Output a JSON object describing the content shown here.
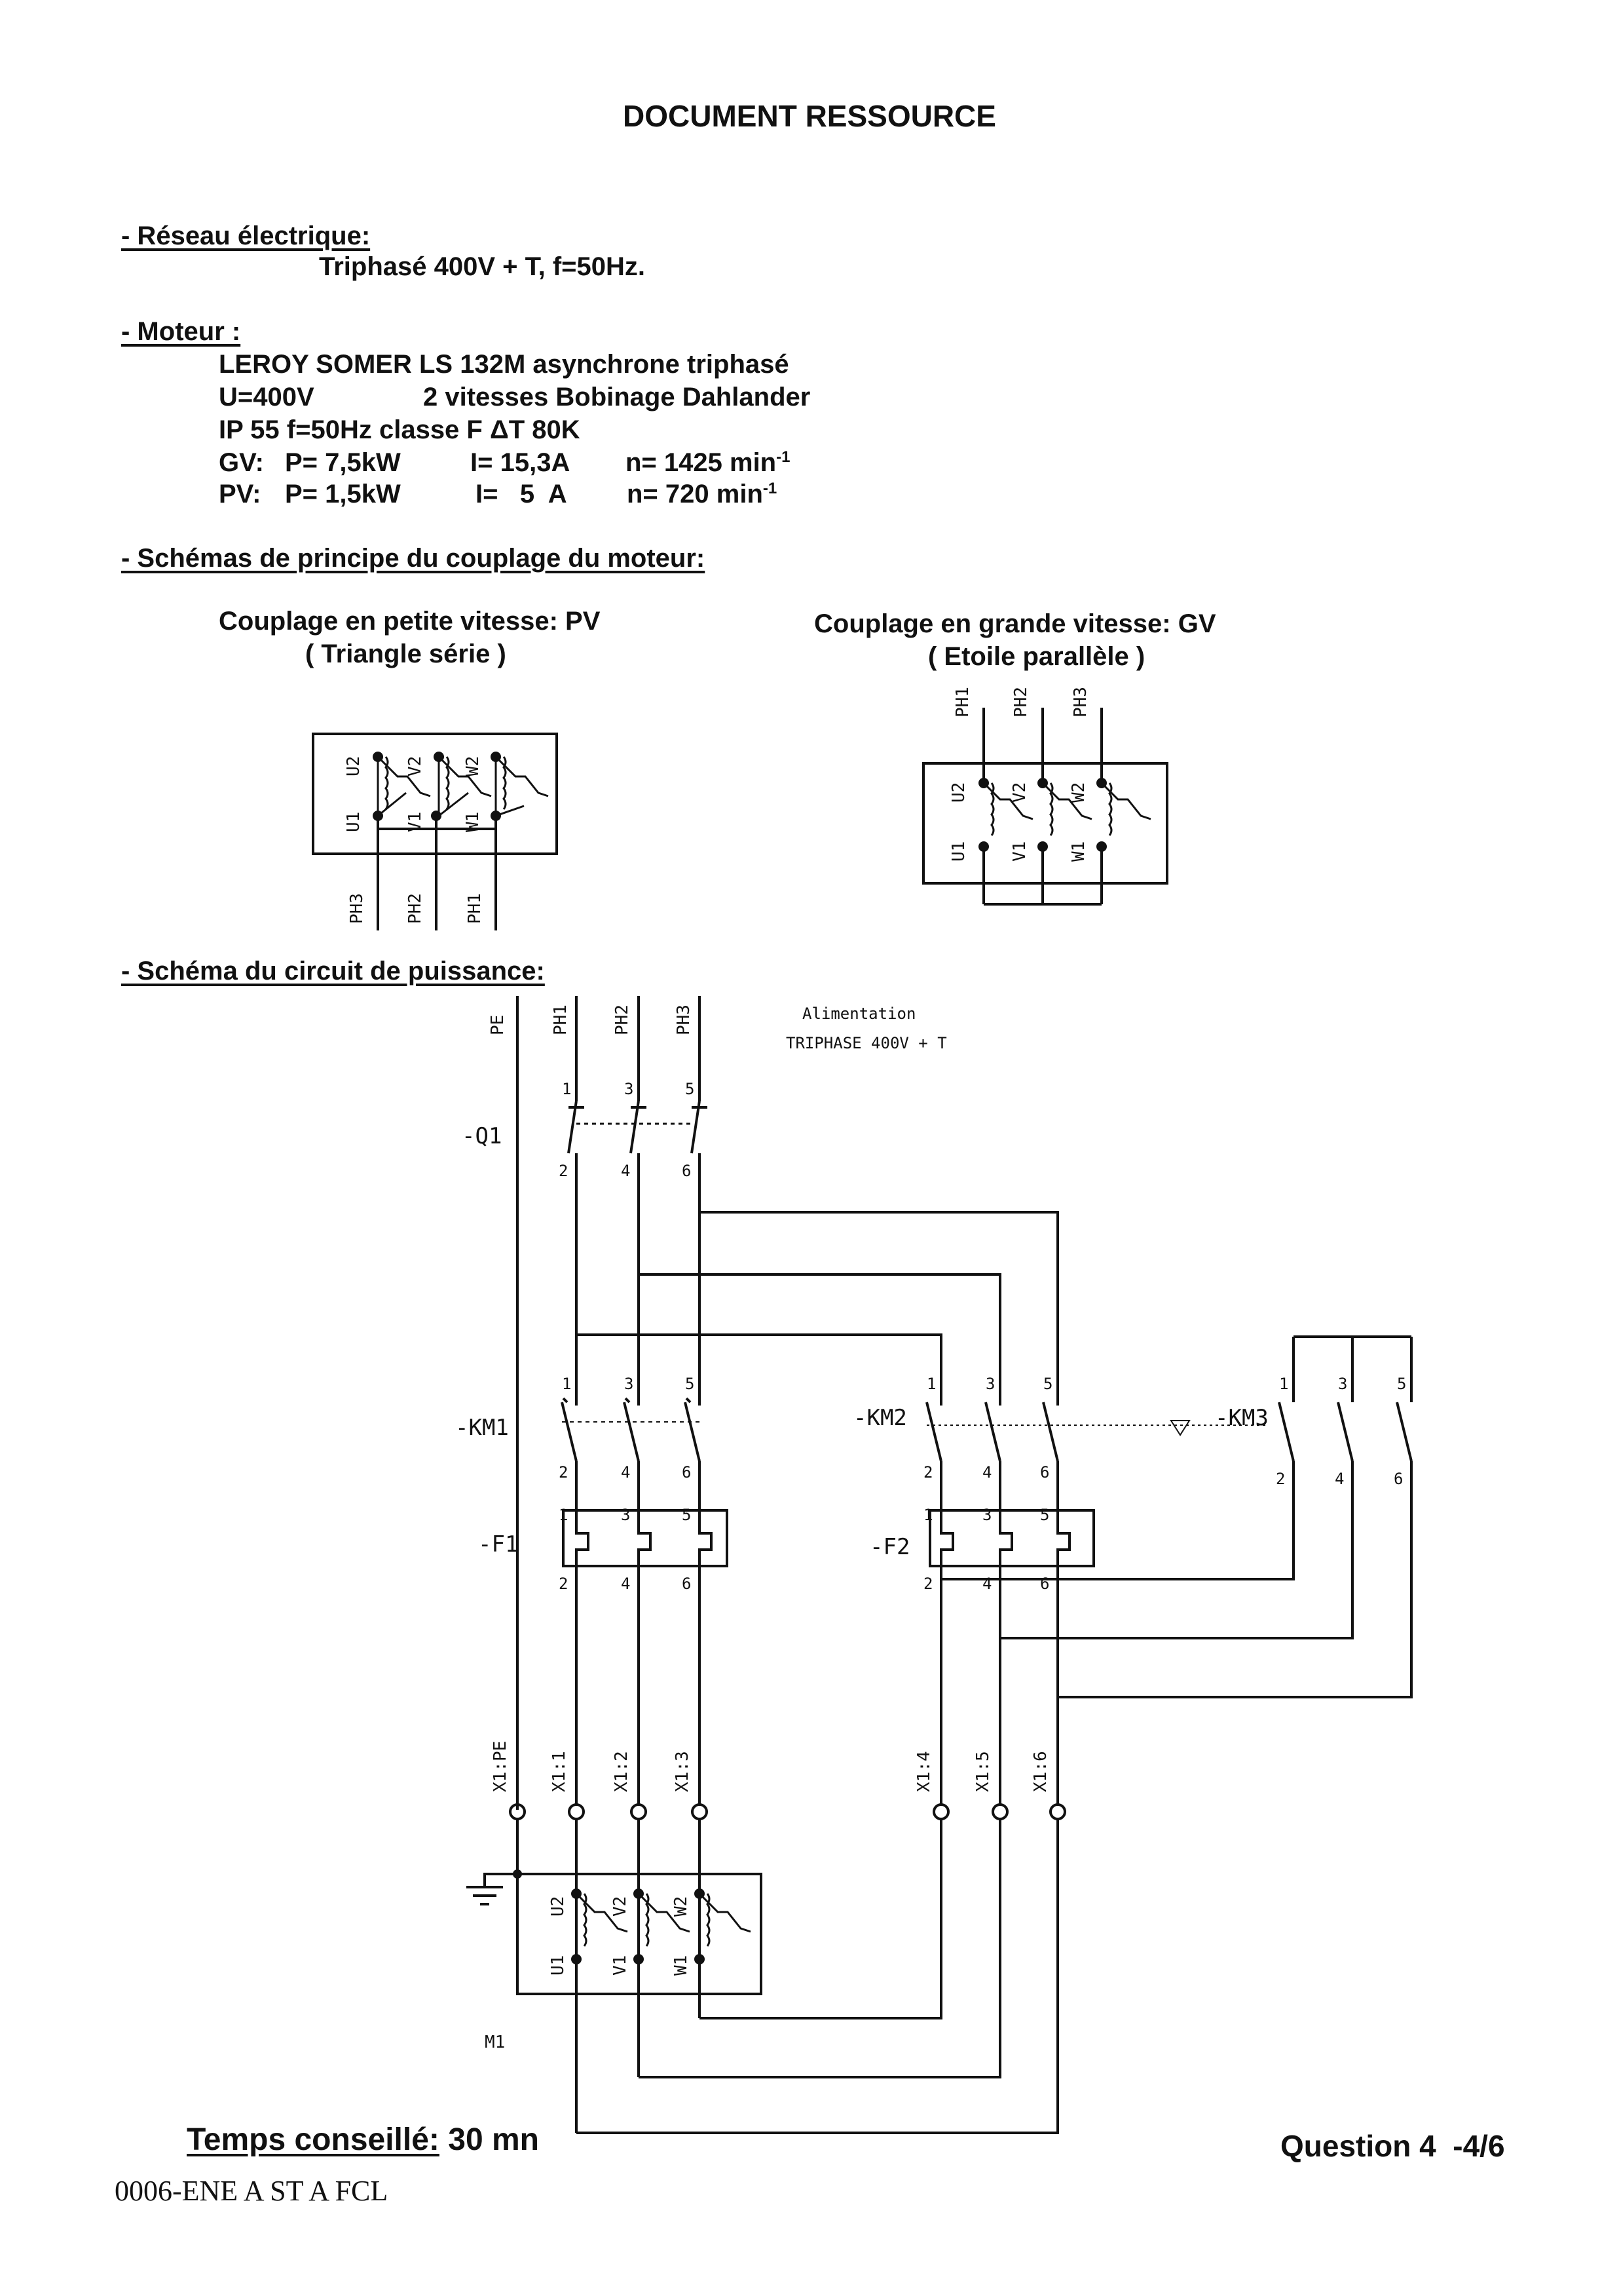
{
  "title": "DOCUMENT RESSOURCE",
  "reseau": {
    "heading": "- Réseau électrique:",
    "text": "Triphasé 400V + T, f=50Hz."
  },
  "moteur": {
    "heading": "- Moteur :",
    "line1": "LEROY SOMER  LS 132M asynchrone triphasé",
    "line2a": "U=400V",
    "line2b": "2 vitesses  Bobinage Dahlander",
    "line3": "IP 55   f=50Hz  classe F  ΔT 80K",
    "gv": {
      "label": "GV:",
      "p": "P= 7,5kW",
      "i": "I= 15,3A",
      "n": "n= 1425 min",
      "exp": "-1"
    },
    "pv": {
      "label": "PV:",
      "p": "P= 1,5kW",
      "i": "I=   5  A",
      "n": "n= 720 min",
      "exp": "-1"
    }
  },
  "schemas_principe": {
    "heading": "- Schémas de principe du couplage du moteur:",
    "pv_title": "Couplage en petite vitesse: PV",
    "pv_sub": "( Triangle série )",
    "gv_title": "Couplage en grande vitesse: GV",
    "gv_sub": "( Etoile parallèle )"
  },
  "puissance": {
    "heading": "- Schéma du circuit de puissance:",
    "alim_line1": "Alimentation",
    "alim_line2": "TRIPHASE 400V + T"
  },
  "labels": {
    "pe": "PE",
    "ph1": "PH1",
    "ph2": "PH2",
    "ph3": "PH3",
    "u1": "U1",
    "v1": "V1",
    "w1": "W1",
    "u2": "U2",
    "v2": "V2",
    "w2": "W2",
    "q1": "-Q1",
    "km1": "-KM1",
    "km2": "-KM2",
    "km3": "-KM3",
    "f1": "-F1",
    "f2": "-F2",
    "m1": "M1",
    "x1pe": "X1:PE",
    "x11": "X1:1",
    "x12": "X1:2",
    "x13": "X1:3",
    "x14": "X1:4",
    "x15": "X1:5",
    "x16": "X1:6",
    "n1": "1",
    "n2": "2",
    "n3": "3",
    "n4": "4",
    "n5": "5",
    "n6": "6"
  },
  "footer": {
    "temps_label": "Temps conseillé:",
    "temps_value": "30 mn",
    "question": "Question 4  -4/6",
    "ref": "0006-ENE A ST A FCL"
  }
}
